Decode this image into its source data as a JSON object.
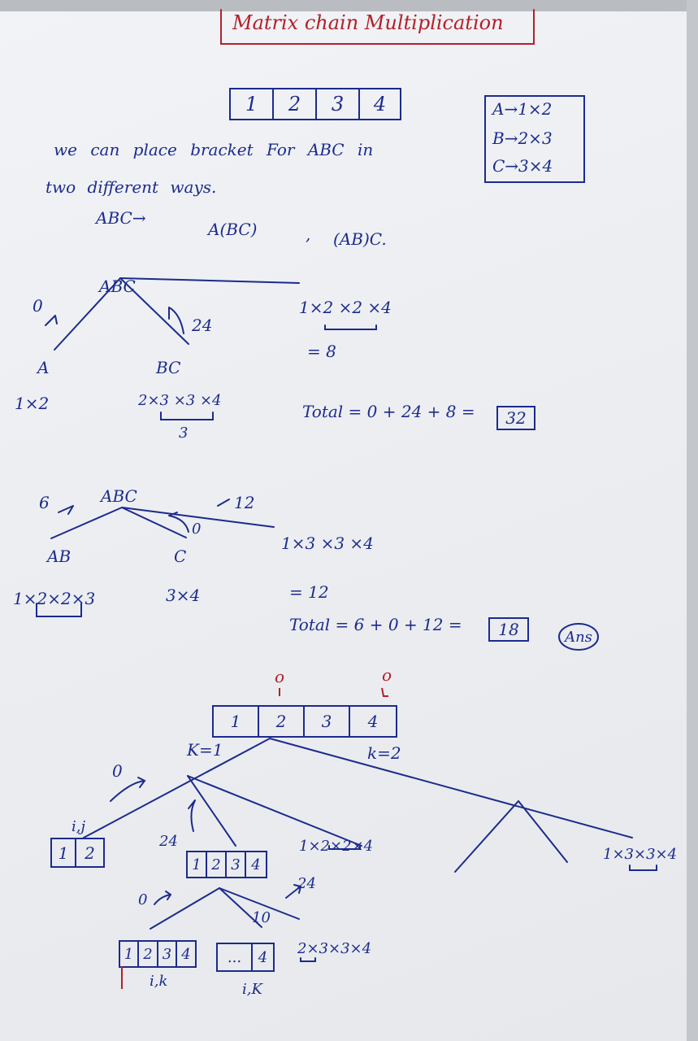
{
  "title": "Matrix chain Multiplication",
  "top_array": [
    "1",
    "2",
    "3",
    "4"
  ],
  "matrix_dims": [
    "A→1×2",
    "B→2×3",
    "C→3×4"
  ],
  "intro_line1": "we can place bracket For ABC in",
  "intro_line2": "two different ways.",
  "abc_arrow": "ABC→",
  "option_a": "A(BC)",
  "option_comma": ",",
  "option_b": "(AB)C.",
  "tree1": {
    "root": "ABC",
    "zero": "0",
    "cost_right": "24",
    "left": "A",
    "left_dim": "1×2",
    "right": "BC",
    "right_dim": "2×3 ×3 ×4",
    "right_sub": "3",
    "mult": "1×2 ×2 ×4",
    "mult_result": "= 8",
    "total": "Total = 0 + 24 + 8 =",
    "total_box": "32"
  },
  "tree2": {
    "root": "ABC",
    "cost_left": "6",
    "cost_right": "12",
    "zero": "0",
    "left": "AB",
    "left_dim": "1×2×2×3",
    "right": "C",
    "right_dim": "3×4",
    "mult": "1×3 ×3 ×4",
    "mult_result": "= 12",
    "total": "Total = 6 + 0 + 12 =",
    "total_box": "18",
    "ans": "Ans"
  },
  "tree3": {
    "i_mark": "i",
    "j_mark": "j",
    "circle": "o",
    "array": [
      "1",
      "2",
      "3",
      "4"
    ],
    "k1": "K=1",
    "k2": "k=2",
    "zero": "0",
    "ij_label": "i,j",
    "ij_box": [
      "1",
      "2"
    ],
    "cost_24": "24",
    "sub_array": [
      "1",
      "2",
      "3",
      "4"
    ],
    "mult1": "1×2×2×4",
    "mult1_cost": "24",
    "mult2": "1×3×3×4",
    "zero2": "0",
    "ten": "10",
    "box_a": [
      "1",
      "2",
      "3",
      "4"
    ],
    "box_b": [
      "...",
      "4"
    ],
    "ik_a": "i,k",
    "ik_b": "i,K",
    "mult3": "2×3×3×4"
  },
  "colors": {
    "ink": "#1c2b8c",
    "red_ink": "#b3202a",
    "paper": "#eceef2"
  }
}
